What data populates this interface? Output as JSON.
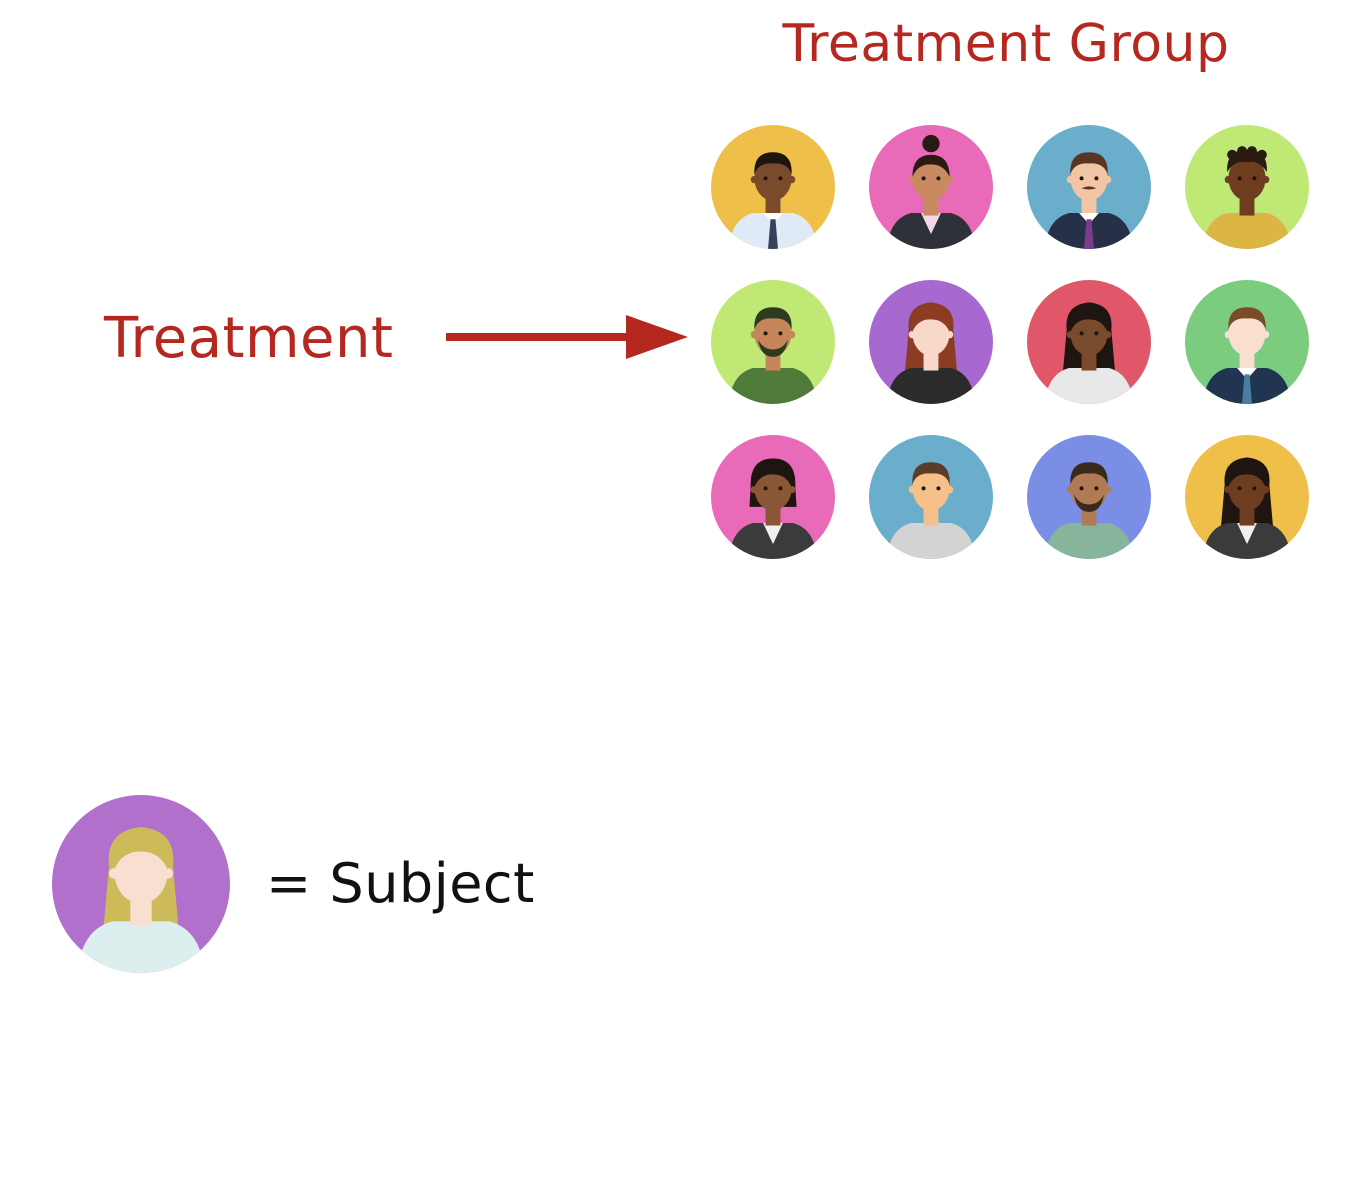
{
  "title": "Treatment Group",
  "treatment_label": "Treatment",
  "legend": {
    "text": "= Subject",
    "avatar": {
      "bg": "#b070cc",
      "skin": "#f8dfd0",
      "hair": "#cdbb5a",
      "shirt": "#dcefee",
      "style": "female-long",
      "faceless": true
    }
  },
  "colors": {
    "accent": "#b5281f",
    "text": "#111111"
  },
  "group": [
    {
      "bg": "#eec04a",
      "skin": "#7a4a2c",
      "hair": "#1e1410",
      "shirt": "#dfeaf7",
      "tie": "#3a3f5c",
      "style": "male-short",
      "icon": "man-shirt-tie-icon"
    },
    {
      "bg": "#e86ab8",
      "skin": "#c98a62",
      "hair": "#2a1a14",
      "shirt": "#2e3238",
      "inner": "#f3d9e6",
      "style": "female-bun",
      "icon": "woman-suit-icon"
    },
    {
      "bg": "#6aaecb",
      "skin": "#f2c6a4",
      "hair": "#5a3524",
      "shirt": "#263047",
      "tie": "#7a3c8c",
      "mustache": true,
      "style": "male-short",
      "icon": "man-mustache-suit-icon"
    },
    {
      "bg": "#bfe874",
      "skin": "#6e3d20",
      "hair": "#2a1a10",
      "shirt": "#dcb544",
      "style": "male-curly",
      "icon": "man-polo-icon"
    },
    {
      "bg": "#bfe874",
      "skin": "#c7865a",
      "hair": "#2e3a1e",
      "shirt": "#4f7a3a",
      "beard": true,
      "style": "male-short",
      "icon": "man-beard-icon"
    },
    {
      "bg": "#a768d0",
      "skin": "#f8d8c8",
      "hair": "#8c3c22",
      "shirt": "#2b2b2b",
      "style": "female-long",
      "faceless": true,
      "icon": "woman-red-hair-icon"
    },
    {
      "bg": "#e0576a",
      "skin": "#7a4a2c",
      "hair": "#1e1410",
      "shirt": "#e8e8e8",
      "style": "female-long",
      "icon": "woman-blazer-icon"
    },
    {
      "bg": "#7bcc7e",
      "skin": "#f8dfd0",
      "hair": "#7a4a2a",
      "shirt": "#1f3550",
      "tie": "#4a7ea0",
      "style": "male-short",
      "faceless": true,
      "icon": "man-navy-suit-icon"
    },
    {
      "bg": "#e86ab8",
      "skin": "#8a5636",
      "hair": "#1e1410",
      "shirt": "#3b3b3b",
      "inner": "#f0f0f0",
      "style": "female-bob",
      "icon": "woman-bob-icon"
    },
    {
      "bg": "#6aaecb",
      "skin": "#f5c08a",
      "hair": "#5a3c28",
      "shirt": "#d3d3d3",
      "style": "male-short",
      "icon": "man-grey-shirt-icon"
    },
    {
      "bg": "#7b8ee6",
      "skin": "#b07a55",
      "hair": "#3a2a1e",
      "shirt": "#86b59c",
      "beard": true,
      "style": "male-short",
      "icon": "man-goatee-icon"
    },
    {
      "bg": "#eec04a",
      "skin": "#6e3d20",
      "hair": "#1e1410",
      "shirt": "#3b3b3b",
      "inner": "#f0f0f0",
      "style": "female-long",
      "icon": "woman-dark-suit-icon"
    }
  ]
}
